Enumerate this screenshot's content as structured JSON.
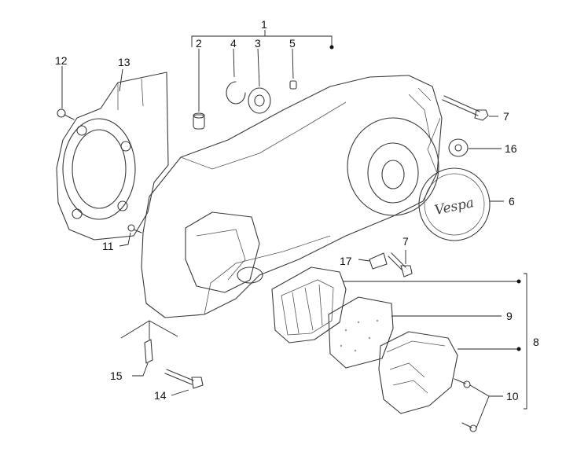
{
  "callouts": {
    "c1": "1",
    "c2": "2",
    "c3": "3",
    "c4": "4",
    "c5": "5",
    "c6": "6",
    "c7a": "7",
    "c7b": "7",
    "c8": "8",
    "c9": "9",
    "c10": "10",
    "c11": "11",
    "c12": "12",
    "c13": "13",
    "c14": "14",
    "c15": "15",
    "c16": "16",
    "c17": "17"
  },
  "badge_text": "Vespa",
  "colors": {
    "line": "#3a3a3a",
    "fill_light": "#f4f4f4",
    "fill_mid": "#e2e2e2",
    "fill_dark": "#c8c8c8",
    "text": "#111111"
  }
}
